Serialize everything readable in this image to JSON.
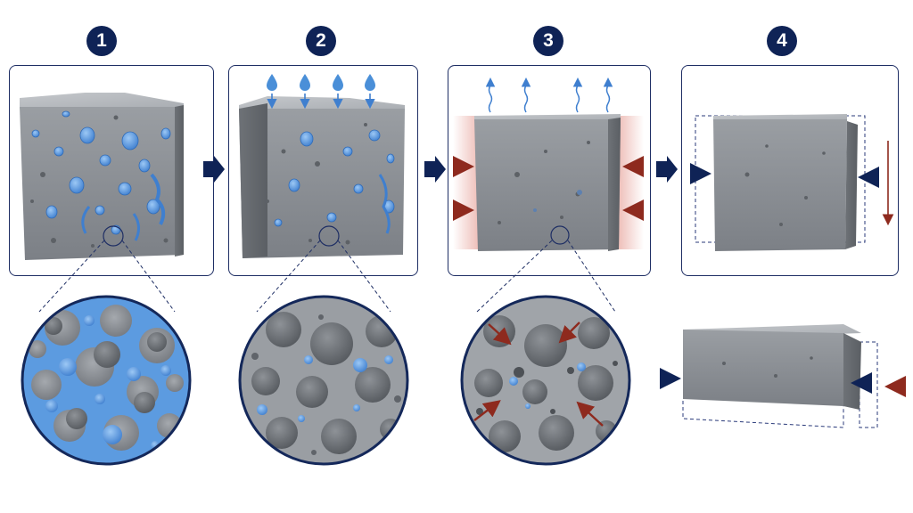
{
  "steps": [
    {
      "number": "1"
    },
    {
      "number": "2"
    },
    {
      "number": "3"
    },
    {
      "number": "4"
    }
  ],
  "colors": {
    "navy": "#0f2356",
    "panel_border": "#1e2e64",
    "concrete": "#8f9398",
    "water": "#4a8fd8",
    "compression_arrow": "#8e2a1e",
    "heat_glow": "#e7a49c"
  },
  "icons": [
    "water-drop-icon",
    "evaporation-arrow-icon",
    "compression-arrow-icon",
    "step-arrow-icon",
    "shrinkage-arrow-icon"
  ]
}
